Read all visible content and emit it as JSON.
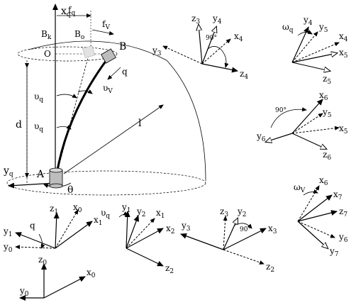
{
  "labels": {
    "xq": "x",
    "xq_sub": "q",
    "fq": "f",
    "fq_sub": "q",
    "fv": "f",
    "fv_sub": "V",
    "Bk": "B",
    "Bk_sub": "k",
    "Bo": "B",
    "Bo_sub": "o",
    "O": "O",
    "B": "B",
    "q": "q",
    "vq": "υ",
    "vq_sub": "q",
    "vv": "υ",
    "vv_sub": "V",
    "vq2": "υ",
    "vq2_sub": "q",
    "d": "d",
    "l": "l",
    "yq": "y",
    "yq_sub": "q",
    "A": "A",
    "theta": "θ",
    "z3": "z",
    "z3_sub": "3",
    "y4": "y",
    "y4_sub": "4",
    "ang90_a": "90°",
    "x4": "x",
    "x4_sub": "4",
    "y3": "y",
    "y3_sub": "3",
    "z4": "z",
    "z4_sub": "4",
    "wq": "ω",
    "wq_sub": "q",
    "y4b": "y",
    "y4b_sub": "4",
    "y5": "y",
    "y5_sub": "5",
    "x4b": "x",
    "x4b_sub": "4",
    "x5": "x",
    "x5_sub": "5",
    "z5": "z",
    "z5_sub": "5",
    "x6": "x",
    "x6_sub": "6",
    "ang90_b": "90°",
    "y5b": "y",
    "y5b_sub": "5",
    "x5b": "x",
    "x5b_sub": "5",
    "y6": "y",
    "y6_sub": "6",
    "z6": "z",
    "z6_sub": "6",
    "wv": "ω",
    "wv_sub": "V",
    "x6b": "x",
    "x6b_sub": "6",
    "x7": "x",
    "x7_sub": "7",
    "z7": "z",
    "z7_sub": "7",
    "y6b": "y",
    "y6b_sub": "6",
    "y7": "y",
    "y7_sub": "7",
    "z1": "z",
    "z1_sub": "1",
    "x0": "x",
    "x0_sub": "0",
    "y1": "y",
    "y1_sub": "1",
    "q_b": "q",
    "x1": "x",
    "x1_sub": "1",
    "y0": "y",
    "y0_sub": "0",
    "vq3": "υ",
    "vq3_sub": "q",
    "y1b": "y",
    "y1b_sub": "1",
    "y2": "y",
    "y2_sub": "2",
    "x1b": "x",
    "x1b_sub": "1",
    "x2": "x",
    "x2_sub": "2",
    "z2": "z",
    "z2_sub": "2",
    "z3b": "z",
    "z3b_sub": "3",
    "y2b": "y",
    "y2b_sub": "2",
    "y3b": "y",
    "y3b_sub": "3",
    "ang90_c": "90°",
    "x3": "x",
    "x3_sub": "3",
    "z2b": "z",
    "z2b_sub": "2",
    "z0": "z",
    "z0_sub": "0",
    "x0b": "x",
    "x0b_sub": "0",
    "y0b": "y",
    "y0b_sub": "0"
  }
}
